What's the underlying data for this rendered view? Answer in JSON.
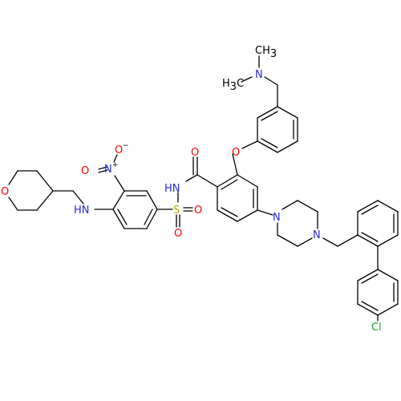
{
  "colors": {
    "bond": "#000000",
    "oxygen": "#ff0000",
    "nitrogen": "#2b2bd6",
    "sulfur": "#b8a400",
    "chlorine": "#1f9a1f",
    "background": "#ffffff"
  },
  "atom_labels": {
    "nme2_ch3_top": "CH",
    "nme2_ch3_top_sub": "3",
    "nme2_ch3_left": "H",
    "nme2_ch3_left_sub": "3",
    "nme2_ch3_left_c": "C",
    "nme2_n": "N",
    "ether_o": "O",
    "amide_o": "O",
    "amide_nh": "HN",
    "nitro_o_minus": "O",
    "nitro_o_minus_charge": "−",
    "nitro_o": "O",
    "nitro_n": "N",
    "nitro_n_charge": "+",
    "sulfonyl_s": "S",
    "sulfonyl_o_right": "O",
    "sulfonyl_o_bottom": "O",
    "aniline_nh": "HN",
    "pyran_o": "O",
    "piperazine_n_left": "N",
    "piperazine_n_right": "N",
    "chloro": "Cl"
  }
}
